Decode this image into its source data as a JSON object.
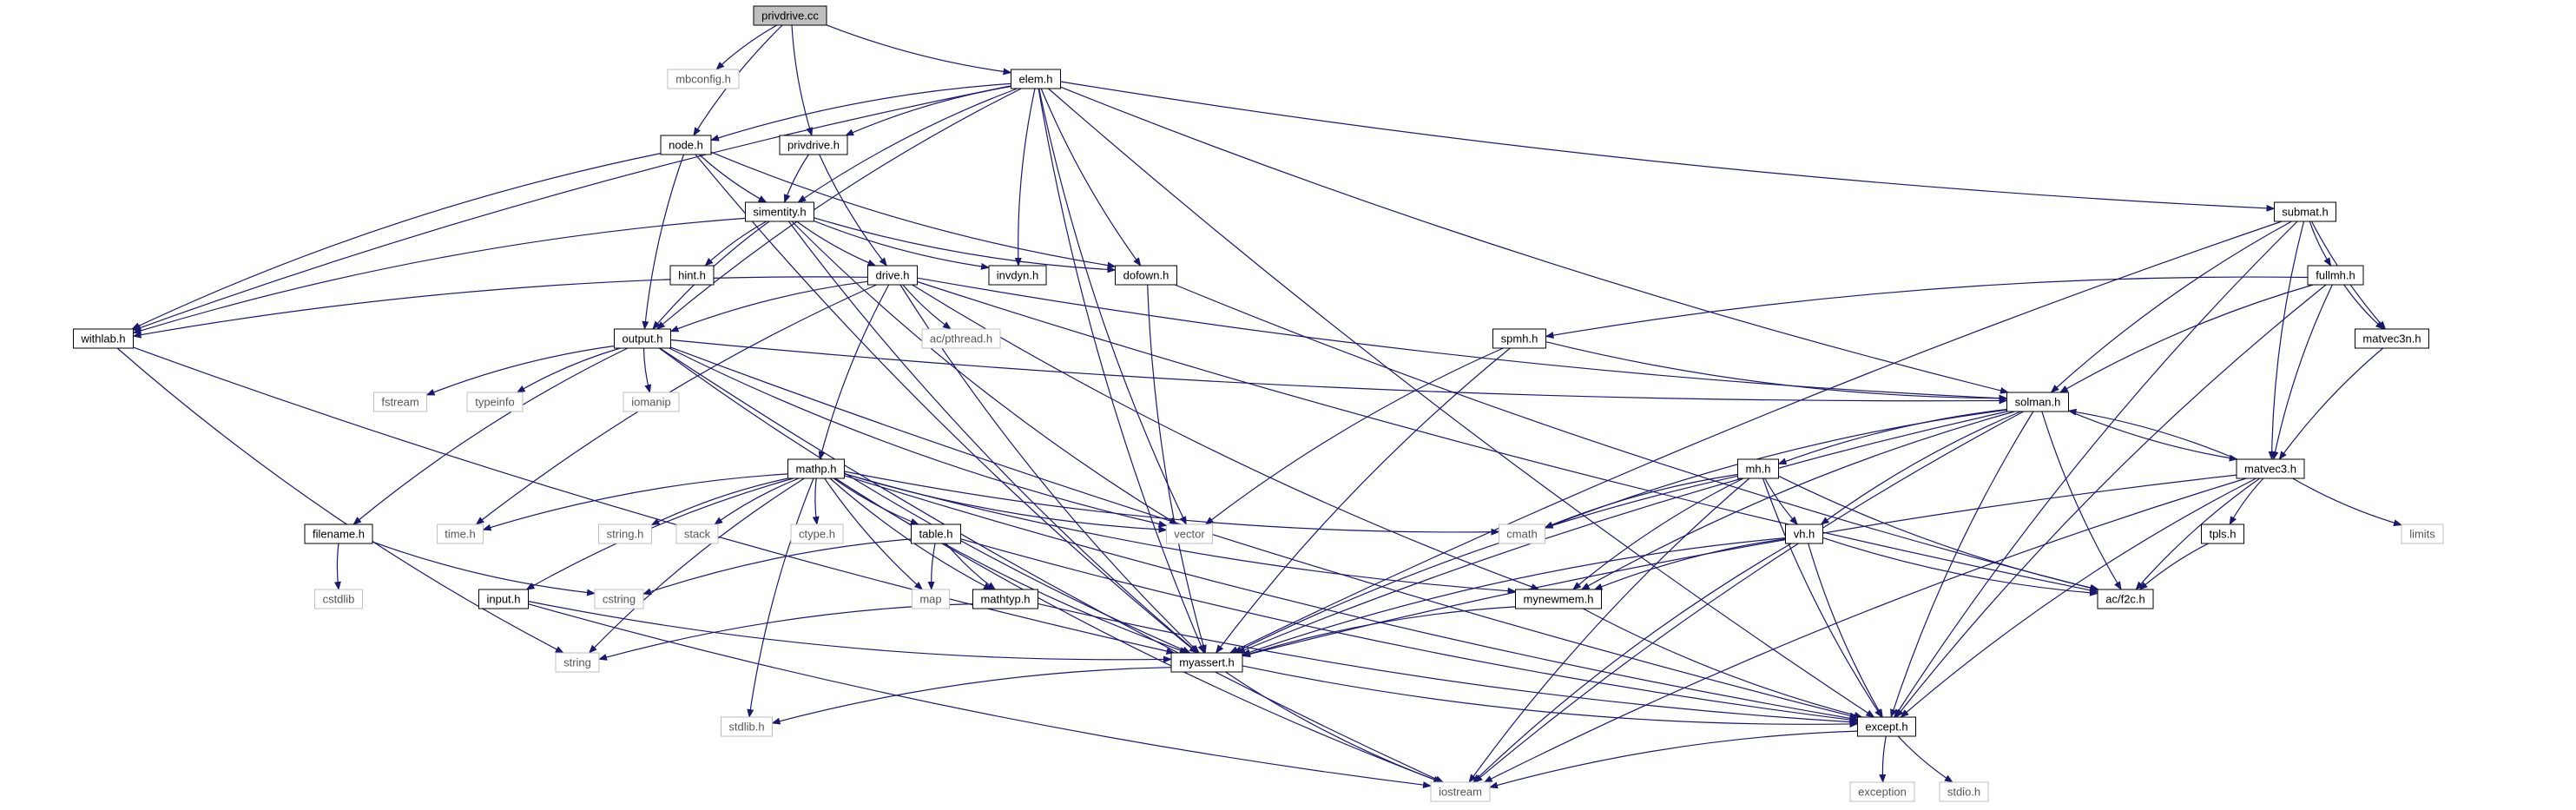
{
  "diagram": {
    "colors": {
      "edge": "#191970",
      "box_border": "#000000",
      "box_fill": "#ffffff",
      "root_fill": "#bfbfbf",
      "external_border": "#bfbfbf",
      "external_text": "#555555",
      "text": "#000000"
    },
    "nodes": [
      {
        "id": "privdrive_cc",
        "label": "privdrive.cc",
        "kind": "root"
      },
      {
        "id": "mbconfig_h",
        "label": "mbconfig.h",
        "kind": "external"
      },
      {
        "id": "elem_h",
        "label": "elem.h",
        "kind": "file"
      },
      {
        "id": "node_h",
        "label": "node.h",
        "kind": "file"
      },
      {
        "id": "privdrive_h",
        "label": "privdrive.h",
        "kind": "file"
      },
      {
        "id": "simentity_h",
        "label": "simentity.h",
        "kind": "file"
      },
      {
        "id": "hint_h",
        "label": "hint.h",
        "kind": "file"
      },
      {
        "id": "drive_h",
        "label": "drive.h",
        "kind": "file"
      },
      {
        "id": "invdyn_h",
        "label": "invdyn.h",
        "kind": "file"
      },
      {
        "id": "dofown_h",
        "label": "dofown.h",
        "kind": "file"
      },
      {
        "id": "withlab_h",
        "label": "withlab.h",
        "kind": "file"
      },
      {
        "id": "output_h",
        "label": "output.h",
        "kind": "file"
      },
      {
        "id": "ac_pthread_h",
        "label": "ac/pthread.h",
        "kind": "external"
      },
      {
        "id": "fstream",
        "label": "fstream",
        "kind": "external"
      },
      {
        "id": "typeinfo",
        "label": "typeinfo",
        "kind": "external"
      },
      {
        "id": "iomanip",
        "label": "iomanip",
        "kind": "external"
      },
      {
        "id": "submat_h",
        "label": "submat.h",
        "kind": "file"
      },
      {
        "id": "fullmh_h",
        "label": "fullmh.h",
        "kind": "file"
      },
      {
        "id": "spmh_h",
        "label": "spmh.h",
        "kind": "file"
      },
      {
        "id": "matvec3n_h",
        "label": "matvec3n.h",
        "kind": "file"
      },
      {
        "id": "solman_h",
        "label": "solman.h",
        "kind": "file"
      },
      {
        "id": "mathp_h",
        "label": "mathp.h",
        "kind": "file"
      },
      {
        "id": "filename_h",
        "label": "filename.h",
        "kind": "file"
      },
      {
        "id": "time_h",
        "label": "time.h",
        "kind": "external"
      },
      {
        "id": "string_h",
        "label": "string.h",
        "kind": "external"
      },
      {
        "id": "stack",
        "label": "stack",
        "kind": "external"
      },
      {
        "id": "ctype_h",
        "label": "ctype.h",
        "kind": "external"
      },
      {
        "id": "table_h",
        "label": "table.h",
        "kind": "file"
      },
      {
        "id": "vector",
        "label": "vector",
        "kind": "external"
      },
      {
        "id": "cmath",
        "label": "cmath",
        "kind": "external"
      },
      {
        "id": "mh_h",
        "label": "mh.h",
        "kind": "file"
      },
      {
        "id": "matvec3_h",
        "label": "matvec3.h",
        "kind": "file"
      },
      {
        "id": "limits",
        "label": "limits",
        "kind": "external"
      },
      {
        "id": "cstdlib",
        "label": "cstdlib",
        "kind": "external"
      },
      {
        "id": "vh_h",
        "label": "vh.h",
        "kind": "file"
      },
      {
        "id": "tpls_h",
        "label": "tpls.h",
        "kind": "file"
      },
      {
        "id": "input_h",
        "label": "input.h",
        "kind": "file"
      },
      {
        "id": "cstring",
        "label": "cstring",
        "kind": "external"
      },
      {
        "id": "map",
        "label": "map",
        "kind": "external"
      },
      {
        "id": "mathtyp_h",
        "label": "mathtyp.h",
        "kind": "file"
      },
      {
        "id": "mynewmem_h",
        "label": "mynewmem.h",
        "kind": "file"
      },
      {
        "id": "ac_f2c_h",
        "label": "ac/f2c.h",
        "kind": "file"
      },
      {
        "id": "string",
        "label": "string",
        "kind": "external"
      },
      {
        "id": "myassert_h",
        "label": "myassert.h",
        "kind": "file"
      },
      {
        "id": "stdlib_h",
        "label": "stdlib.h",
        "kind": "external"
      },
      {
        "id": "except_h",
        "label": "except.h",
        "kind": "file"
      },
      {
        "id": "iostream",
        "label": "iostream",
        "kind": "external"
      },
      {
        "id": "exception",
        "label": "exception",
        "kind": "external"
      },
      {
        "id": "stdio_h",
        "label": "stdio.h",
        "kind": "external"
      }
    ],
    "edges": [
      [
        "privdrive_cc",
        "mbconfig_h"
      ],
      [
        "privdrive_cc",
        "elem_h"
      ],
      [
        "privdrive_cc",
        "node_h"
      ],
      [
        "privdrive_cc",
        "privdrive_h"
      ],
      [
        "elem_h",
        "node_h"
      ],
      [
        "elem_h",
        "privdrive_h"
      ],
      [
        "elem_h",
        "simentity_h"
      ],
      [
        "elem_h",
        "withlab_h"
      ],
      [
        "elem_h",
        "output_h"
      ],
      [
        "elem_h",
        "invdyn_h"
      ],
      [
        "elem_h",
        "dofown_h"
      ],
      [
        "elem_h",
        "myassert_h"
      ],
      [
        "elem_h",
        "vector"
      ],
      [
        "elem_h",
        "submat_h"
      ],
      [
        "elem_h",
        "solman_h"
      ],
      [
        "elem_h",
        "except_h"
      ],
      [
        "node_h",
        "simentity_h"
      ],
      [
        "node_h",
        "withlab_h"
      ],
      [
        "node_h",
        "output_h"
      ],
      [
        "node_h",
        "dofown_h"
      ],
      [
        "node_h",
        "myassert_h"
      ],
      [
        "privdrive_h",
        "simentity_h"
      ],
      [
        "privdrive_h",
        "drive_h"
      ],
      [
        "simentity_h",
        "hint_h"
      ],
      [
        "simentity_h",
        "drive_h"
      ],
      [
        "simentity_h",
        "invdyn_h"
      ],
      [
        "simentity_h",
        "dofown_h"
      ],
      [
        "simentity_h",
        "withlab_h"
      ],
      [
        "simentity_h",
        "output_h"
      ],
      [
        "simentity_h",
        "myassert_h"
      ],
      [
        "simentity_h",
        "vector"
      ],
      [
        "drive_h",
        "withlab_h"
      ],
      [
        "drive_h",
        "output_h"
      ],
      [
        "drive_h",
        "ac_pthread_h"
      ],
      [
        "drive_h",
        "mathp_h"
      ],
      [
        "drive_h",
        "time_h"
      ],
      [
        "drive_h",
        "solman_h"
      ],
      [
        "drive_h",
        "mynewmem_h"
      ],
      [
        "drive_h",
        "myassert_h"
      ],
      [
        "drive_h",
        "ac_f2c_h"
      ],
      [
        "dofown_h",
        "myassert_h"
      ],
      [
        "dofown_h",
        "ac_f2c_h"
      ],
      [
        "withlab_h",
        "string"
      ],
      [
        "withlab_h",
        "myassert_h"
      ],
      [
        "output_h",
        "fstream"
      ],
      [
        "output_h",
        "typeinfo"
      ],
      [
        "output_h",
        "iomanip"
      ],
      [
        "output_h",
        "filename_h"
      ],
      [
        "output_h",
        "vector"
      ],
      [
        "output_h",
        "iostream"
      ],
      [
        "output_h",
        "myassert_h"
      ],
      [
        "output_h",
        "solman_h"
      ],
      [
        "output_h",
        "except_h"
      ],
      [
        "submat_h",
        "fullmh_h"
      ],
      [
        "submat_h",
        "matvec3n_h"
      ],
      [
        "submat_h",
        "matvec3_h"
      ],
      [
        "submat_h",
        "solman_h"
      ],
      [
        "submat_h",
        "myassert_h"
      ],
      [
        "submat_h",
        "except_h"
      ],
      [
        "fullmh_h",
        "spmh_h"
      ],
      [
        "fullmh_h",
        "matvec3n_h"
      ],
      [
        "fullmh_h",
        "matvec3_h"
      ],
      [
        "fullmh_h",
        "solman_h"
      ],
      [
        "fullmh_h",
        "except_h"
      ],
      [
        "spmh_h",
        "solman_h"
      ],
      [
        "spmh_h",
        "vector"
      ],
      [
        "spmh_h",
        "myassert_h"
      ],
      [
        "matvec3n_h",
        "matvec3_h"
      ],
      [
        "solman_h",
        "matvec3_h"
      ],
      [
        "solman_h",
        "mh_h"
      ],
      [
        "solman_h",
        "vh_h"
      ],
      [
        "solman_h",
        "cmath"
      ],
      [
        "solman_h",
        "iostream"
      ],
      [
        "solman_h",
        "myassert_h"
      ],
      [
        "solman_h",
        "mynewmem_h"
      ],
      [
        "solman_h",
        "except_h"
      ],
      [
        "solman_h",
        "ac_f2c_h"
      ],
      [
        "matvec3_h",
        "solman_h"
      ],
      [
        "matvec3_h",
        "limits"
      ],
      [
        "matvec3_h",
        "tpls_h"
      ],
      [
        "matvec3_h",
        "ac_f2c_h"
      ],
      [
        "matvec3_h",
        "except_h"
      ],
      [
        "matvec3_h",
        "iostream"
      ],
      [
        "matvec3_h",
        "myassert_h"
      ],
      [
        "mathp_h",
        "time_h"
      ],
      [
        "mathp_h",
        "string_h"
      ],
      [
        "mathp_h",
        "stack"
      ],
      [
        "mathp_h",
        "ctype_h"
      ],
      [
        "mathp_h",
        "table_h"
      ],
      [
        "mathp_h",
        "vector"
      ],
      [
        "mathp_h",
        "cmath"
      ],
      [
        "mathp_h",
        "input_h"
      ],
      [
        "mathp_h",
        "string"
      ],
      [
        "mathp_h",
        "map"
      ],
      [
        "mathp_h",
        "mathtyp_h"
      ],
      [
        "mathp_h",
        "mynewmem_h"
      ],
      [
        "mathp_h",
        "myassert_h"
      ],
      [
        "mathp_h",
        "except_h"
      ],
      [
        "mathp_h",
        "stdlib_h"
      ],
      [
        "mathp_h",
        "iostream"
      ],
      [
        "filename_h",
        "cstdlib"
      ],
      [
        "filename_h",
        "cstring"
      ],
      [
        "table_h",
        "cstring"
      ],
      [
        "table_h",
        "map"
      ],
      [
        "table_h",
        "mathtyp_h"
      ],
      [
        "table_h",
        "except_h"
      ],
      [
        "mh_h",
        "cmath"
      ],
      [
        "mh_h",
        "vh_h"
      ],
      [
        "mh_h",
        "mynewmem_h"
      ],
      [
        "mh_h",
        "myassert_h"
      ],
      [
        "mh_h",
        "except_h"
      ],
      [
        "mh_h",
        "ac_f2c_h"
      ],
      [
        "mh_h",
        "iostream"
      ],
      [
        "vh_h",
        "mynewmem_h"
      ],
      [
        "vh_h",
        "myassert_h"
      ],
      [
        "vh_h",
        "except_h"
      ],
      [
        "vh_h",
        "ac_f2c_h"
      ],
      [
        "vh_h",
        "iostream"
      ],
      [
        "tpls_h",
        "ac_f2c_h"
      ],
      [
        "input_h",
        "myassert_h"
      ],
      [
        "input_h",
        "iostream"
      ],
      [
        "mathtyp_h",
        "string"
      ],
      [
        "mathtyp_h",
        "except_h"
      ],
      [
        "mynewmem_h",
        "myassert_h"
      ],
      [
        "mynewmem_h",
        "except_h"
      ],
      [
        "myassert_h",
        "stdlib_h"
      ],
      [
        "myassert_h",
        "except_h"
      ],
      [
        "myassert_h",
        "iostream"
      ],
      [
        "except_h",
        "exception"
      ],
      [
        "except_h",
        "stdio_h"
      ],
      [
        "except_h",
        "iostream"
      ]
    ]
  }
}
